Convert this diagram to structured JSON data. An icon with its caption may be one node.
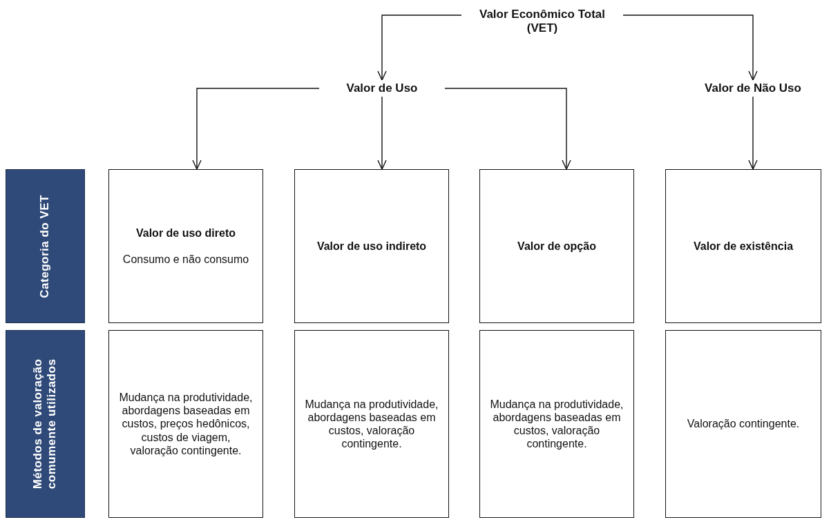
{
  "diagram": {
    "nodes": [
      {
        "text": [
          "Valor Econômico  Total (VET)"
        ]
      },
      {
        "text": [
          "Valor de Uso"
        ]
      },
      {
        "text": [
          "Valor de Não Uso"
        ]
      },
      {
        "text": [
          "Categoria do VET"
        ]
      },
      {
        "text": [
          "Valor de uso direto",
          "Consumo e não consumo"
        ]
      },
      {
        "text": [
          "Valor de uso indireto"
        ]
      },
      {
        "text": [
          "Valor de opção"
        ]
      },
      {
        "text": [
          "Valor de existência"
        ]
      },
      {
        "text": [
          "Métodos de valoração comumente utilizados"
        ]
      },
      {
        "text": [
          "Mudança na produtividade, abordagens baseadas em custos, preços hedônicos, custos de viagem, valoração contingente."
        ]
      },
      {
        "text": [
          "Mudança na produtividade, abordagens baseadas em custos, valoração contingente."
        ]
      },
      {
        "text": [
          "Mudança na produtividade, abordagens baseadas em custos, valoração contingente."
        ]
      },
      {
        "text": [
          "Valoração contingente."
        ]
      }
    ],
    "edges": [
      {
        "from": 0,
        "to": 1,
        "arrow": "to"
      },
      {
        "from": 0,
        "to": 2,
        "arrow": "to"
      },
      {
        "from": 1,
        "to": 4,
        "arrow": "to"
      },
      {
        "from": 1,
        "to": 5,
        "arrow": "to"
      },
      {
        "from": 1,
        "to": 6,
        "arrow": "to"
      },
      {
        "from": 2,
        "to": 7,
        "arrow": "to"
      }
    ]
  }
}
